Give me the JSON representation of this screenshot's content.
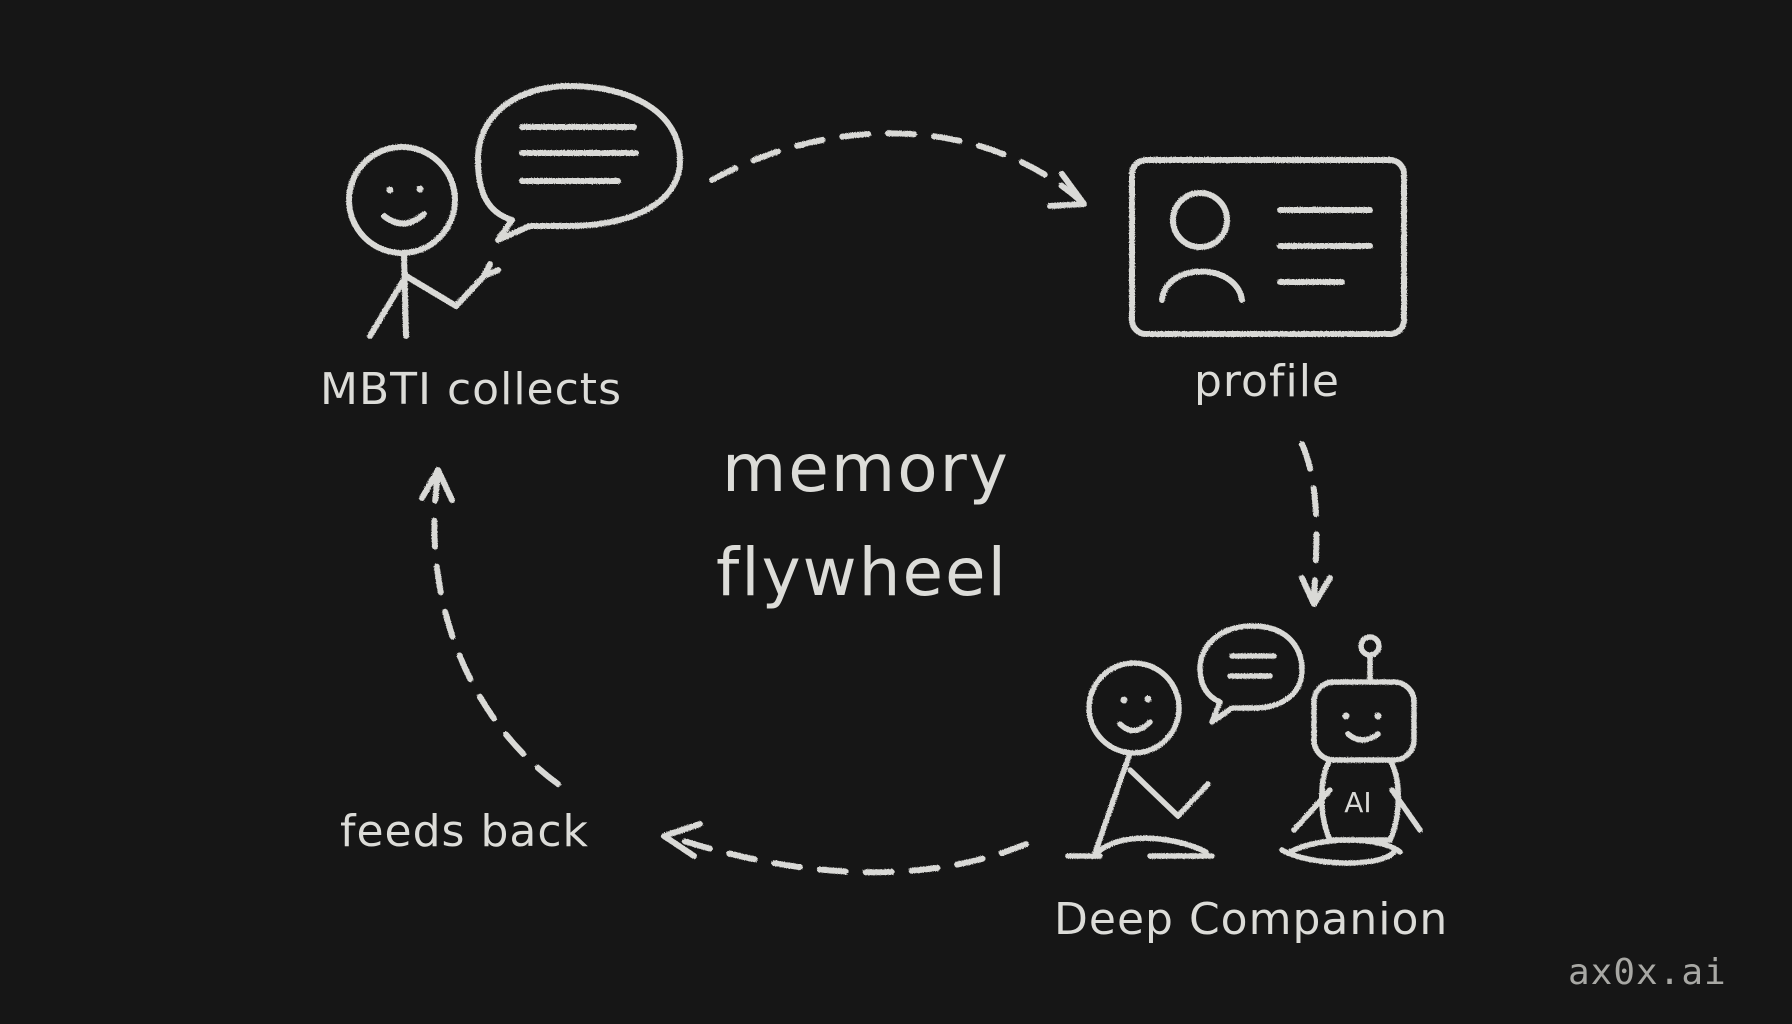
{
  "diagram": {
    "center_title": [
      "memory",
      "flywheel"
    ],
    "nodes": [
      {
        "id": "collect",
        "label": "MBTI collects",
        "icon": "stick-figure-with-speech-bubble"
      },
      {
        "id": "profile",
        "label": "profile",
        "icon": "profile-card"
      },
      {
        "id": "companion",
        "label": "Deep Companion",
        "icon": "person-and-ai-robot-chatting"
      },
      {
        "id": "feedback",
        "label": "feeds back",
        "icon": ""
      }
    ],
    "robot_badge": "AI",
    "watermark": "ax0x.ai",
    "colors": {
      "background": "#161616",
      "chalk": "#d9d9d6",
      "watermark": "#a8a8a4"
    }
  }
}
